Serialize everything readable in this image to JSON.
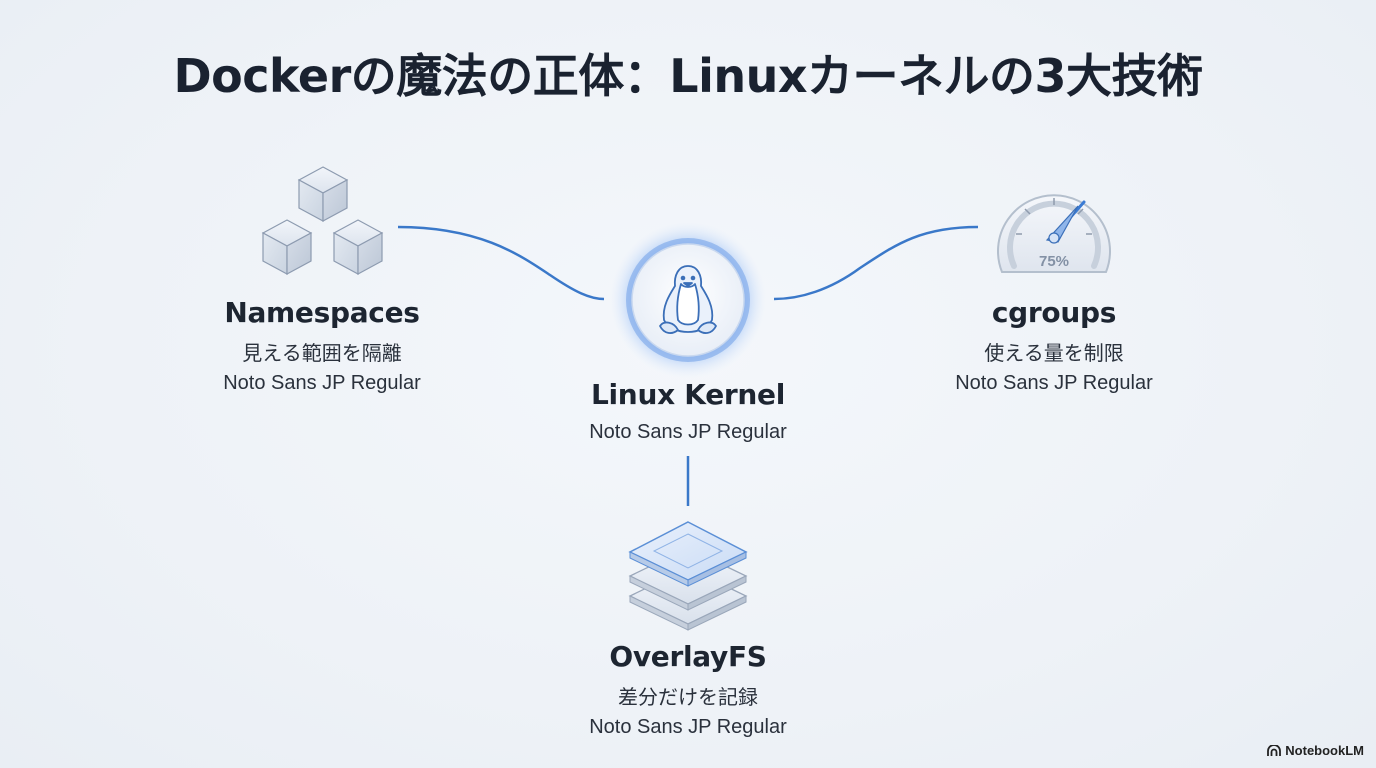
{
  "title": "Dockerの魔法の正体：Linuxカーネルの3大技術",
  "nodes": {
    "namespaces": {
      "name": "Namespaces",
      "desc": "見える範囲を隔離",
      "font": "Noto Sans JP Regular"
    },
    "kernel": {
      "name": "Linux Kernel",
      "font": "Noto Sans JP Regular"
    },
    "cgroups": {
      "name": "cgroups",
      "desc": "使える量を制限",
      "font": "Noto Sans JP Regular"
    },
    "overlayfs": {
      "name": "OverlayFS",
      "desc": "差分だけを記録",
      "font": "Noto Sans JP Regular"
    }
  },
  "gauge": {
    "value": "75%"
  },
  "watermark": "NotebookLM",
  "icons": {
    "namespaces": "three-cubes-icon",
    "kernel": "linux-penguin-icon",
    "cgroups": "gauge-icon",
    "overlayfs": "stacked-layers-icon"
  },
  "colors": {
    "accent": "#3b7bd4",
    "connector": "#3a78c9",
    "glow": "#8fb8f5"
  }
}
